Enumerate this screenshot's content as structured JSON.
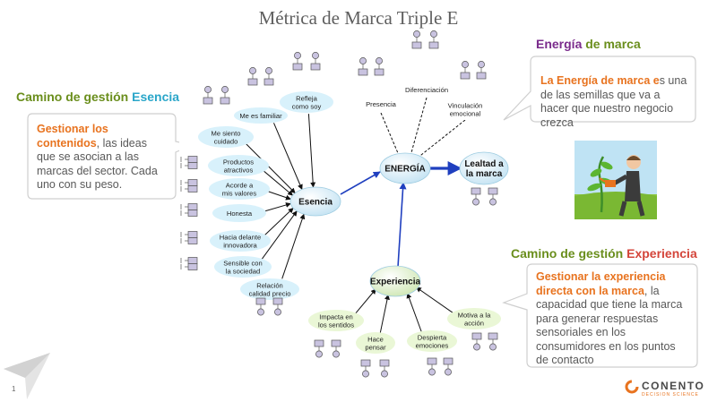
{
  "title": "Métrica de Marca Triple E",
  "esencia_section": {
    "title_prefix": "Camino de gestión ",
    "title_highlight": "Esencia",
    "text_bold": "Gestionar los contenidos",
    "text_rest": ", las ideas que se asocian a las marcas del sector. Cada uno con su peso."
  },
  "energia_section": {
    "title_highlight": "Energía",
    "title_suffix": " de marca",
    "text_bold": "La Energía de marca e",
    "text_rest": "s una de las semillas que va a hacer que nuestro negocio crezca"
  },
  "experiencia_section": {
    "title_prefix": "Camino de gestión ",
    "title_highlight": "Experiencia",
    "text_bold": "Gestionar la experiencia directa con la marca",
    "text_rest": ", la capacidad que tiene la marca para generar respuestas sensoriales en los consumidores en los puntos de contacto"
  },
  "diagram": {
    "hubs": {
      "esencia": "Esencia",
      "energia": "ENERGÍA",
      "lealtad": [
        "Lealtad a",
        "la marca"
      ],
      "experiencia": "Experiencia"
    },
    "esencia_drivers": [
      [
        "Refleja",
        "como soy"
      ],
      [
        "Me es familiar"
      ],
      [
        "Me siento",
        "cuidado"
      ],
      [
        "Productos",
        "atractivos"
      ],
      [
        "Acorde a",
        "mis valores"
      ],
      [
        "Honesta"
      ],
      [
        "Hacia delante",
        "innovadora"
      ],
      [
        "Sensible con",
        "la sociedad"
      ],
      [
        "Relación",
        "calidad precio"
      ]
    ],
    "energia_drivers": [
      [
        "Presencia"
      ],
      [
        "Diferenciación"
      ],
      [
        "Vinculación",
        "emocional"
      ]
    ],
    "experiencia_drivers": [
      [
        "Impacta en",
        "los sentidos"
      ],
      [
        "Hace",
        "pensar"
      ],
      [
        "Despierta",
        "emociones"
      ],
      [
        "Motiva a la",
        "acción"
      ]
    ]
  },
  "page_number": "1",
  "logo": {
    "name": "CONENTO",
    "tagline": "DECISION SCIENCE"
  },
  "colors": {
    "hub_fill": "#cfe9f6",
    "esencia_bubble": "#d8f1fb",
    "experiencia_bubble": "#eaf7d6",
    "accent_orange": "#e8731f",
    "blue_arrow": "#1f3fbf"
  }
}
